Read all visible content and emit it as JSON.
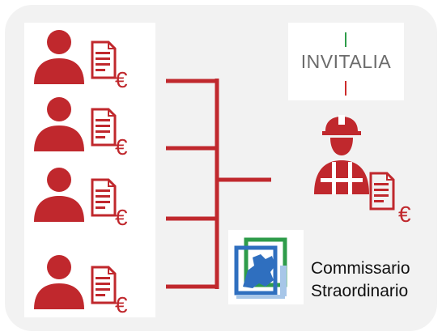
{
  "logo": {
    "invitalia_text": "INVITALIA"
  },
  "commissioner": {
    "line1": "Commissario",
    "line2": "Straordinario"
  },
  "symbols": {
    "currency": "€"
  },
  "colors": {
    "red": "#c0282d",
    "green": "#2e9c4a",
    "gray_panel": "#f2f2f2"
  },
  "icons": [
    "person-icon",
    "invoice-icon",
    "worker-icon",
    "commissioner-logo-icon"
  ]
}
